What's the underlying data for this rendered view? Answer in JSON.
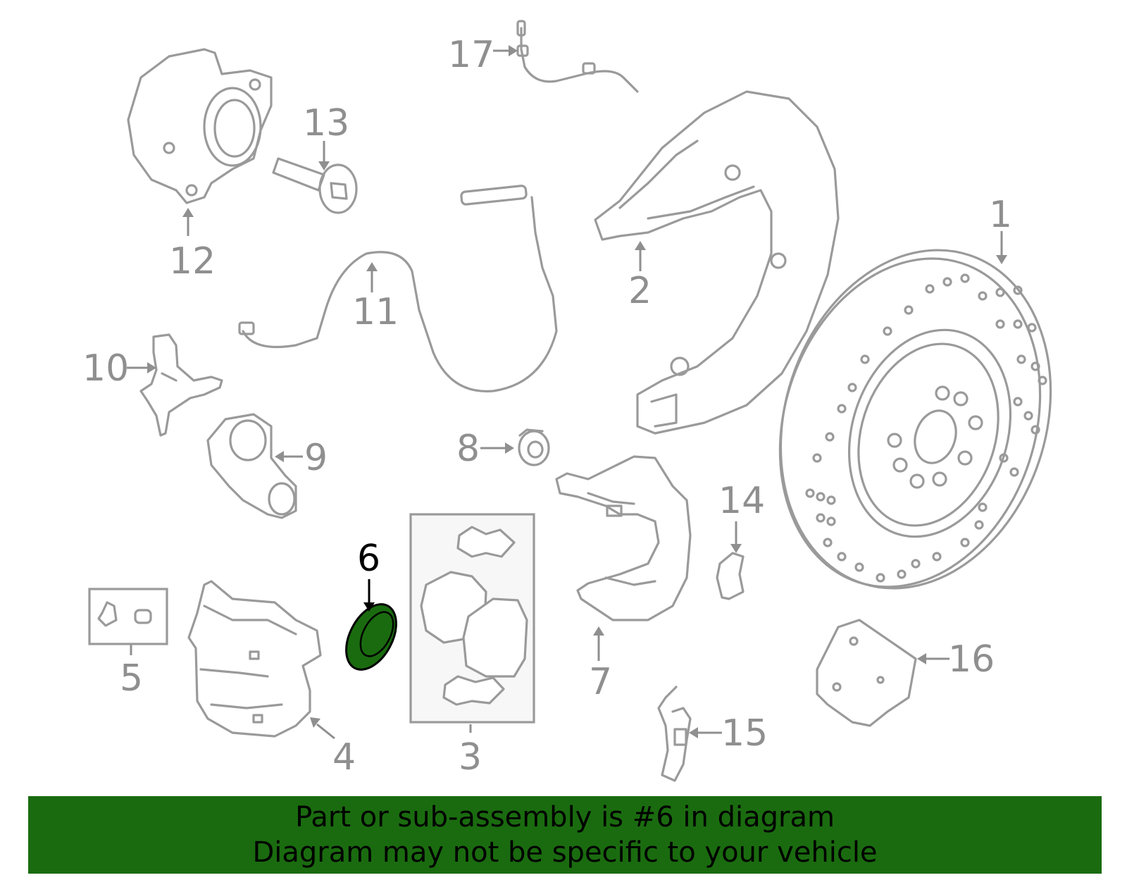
{
  "diagram": {
    "highlight_color": "#1a6b0f",
    "callouts": [
      {
        "id": "1",
        "label": "1"
      },
      {
        "id": "2",
        "label": "2"
      },
      {
        "id": "3",
        "label": "3"
      },
      {
        "id": "4",
        "label": "4"
      },
      {
        "id": "5",
        "label": "5"
      },
      {
        "id": "6",
        "label": "6",
        "highlighted": true
      },
      {
        "id": "7",
        "label": "7"
      },
      {
        "id": "8",
        "label": "8"
      },
      {
        "id": "9",
        "label": "9"
      },
      {
        "id": "10",
        "label": "10"
      },
      {
        "id": "11",
        "label": "11"
      },
      {
        "id": "12",
        "label": "12"
      },
      {
        "id": "13",
        "label": "13"
      },
      {
        "id": "14",
        "label": "14"
      },
      {
        "id": "15",
        "label": "15"
      },
      {
        "id": "16",
        "label": "16"
      },
      {
        "id": "17",
        "label": "17"
      }
    ]
  },
  "banner": {
    "line1": "Part or sub-assembly is #6 in diagram",
    "line2": "Diagram may not be specific to your vehicle",
    "background": "#1a6b0f"
  }
}
